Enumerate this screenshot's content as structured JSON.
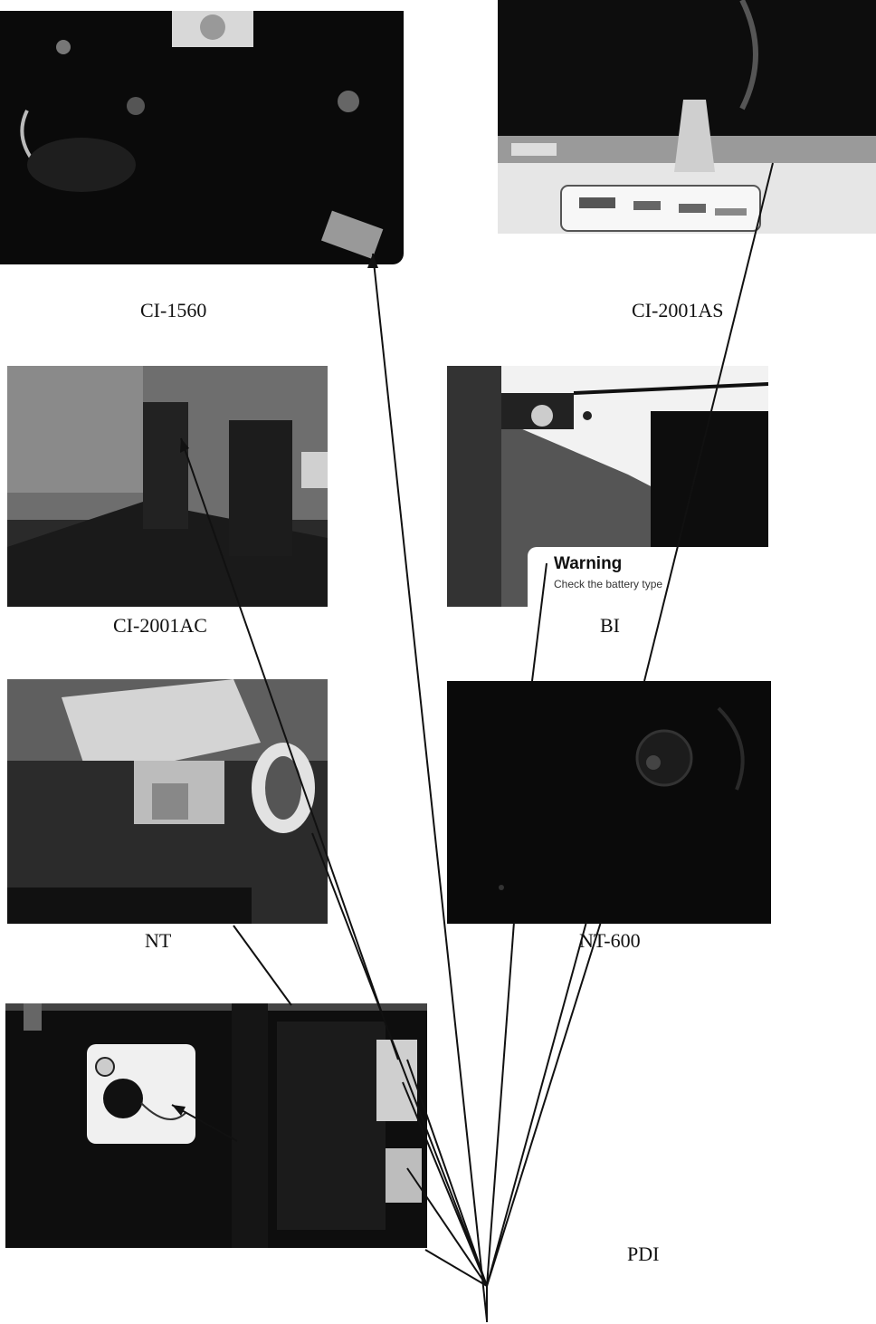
{
  "panels": [
    {
      "key": "ci1560",
      "label": "CI-1560"
    },
    {
      "key": "ci2001as",
      "label": "CI-2001AS"
    },
    {
      "key": "ci2001ac",
      "label": "CI-2001AC"
    },
    {
      "key": "bi",
      "label": "BI"
    },
    {
      "key": "nt",
      "label": "NT"
    },
    {
      "key": "nt600",
      "label": "NT-600"
    },
    {
      "key": "pdi",
      "label": "PDI"
    }
  ],
  "warning_label": {
    "title": "Warning",
    "text": "Check the battery type"
  },
  "colors": {
    "background": "#ffffff",
    "photo_dark": "#0b0b0b",
    "photo_gray": "#6a6a6a",
    "line": "#111111"
  }
}
